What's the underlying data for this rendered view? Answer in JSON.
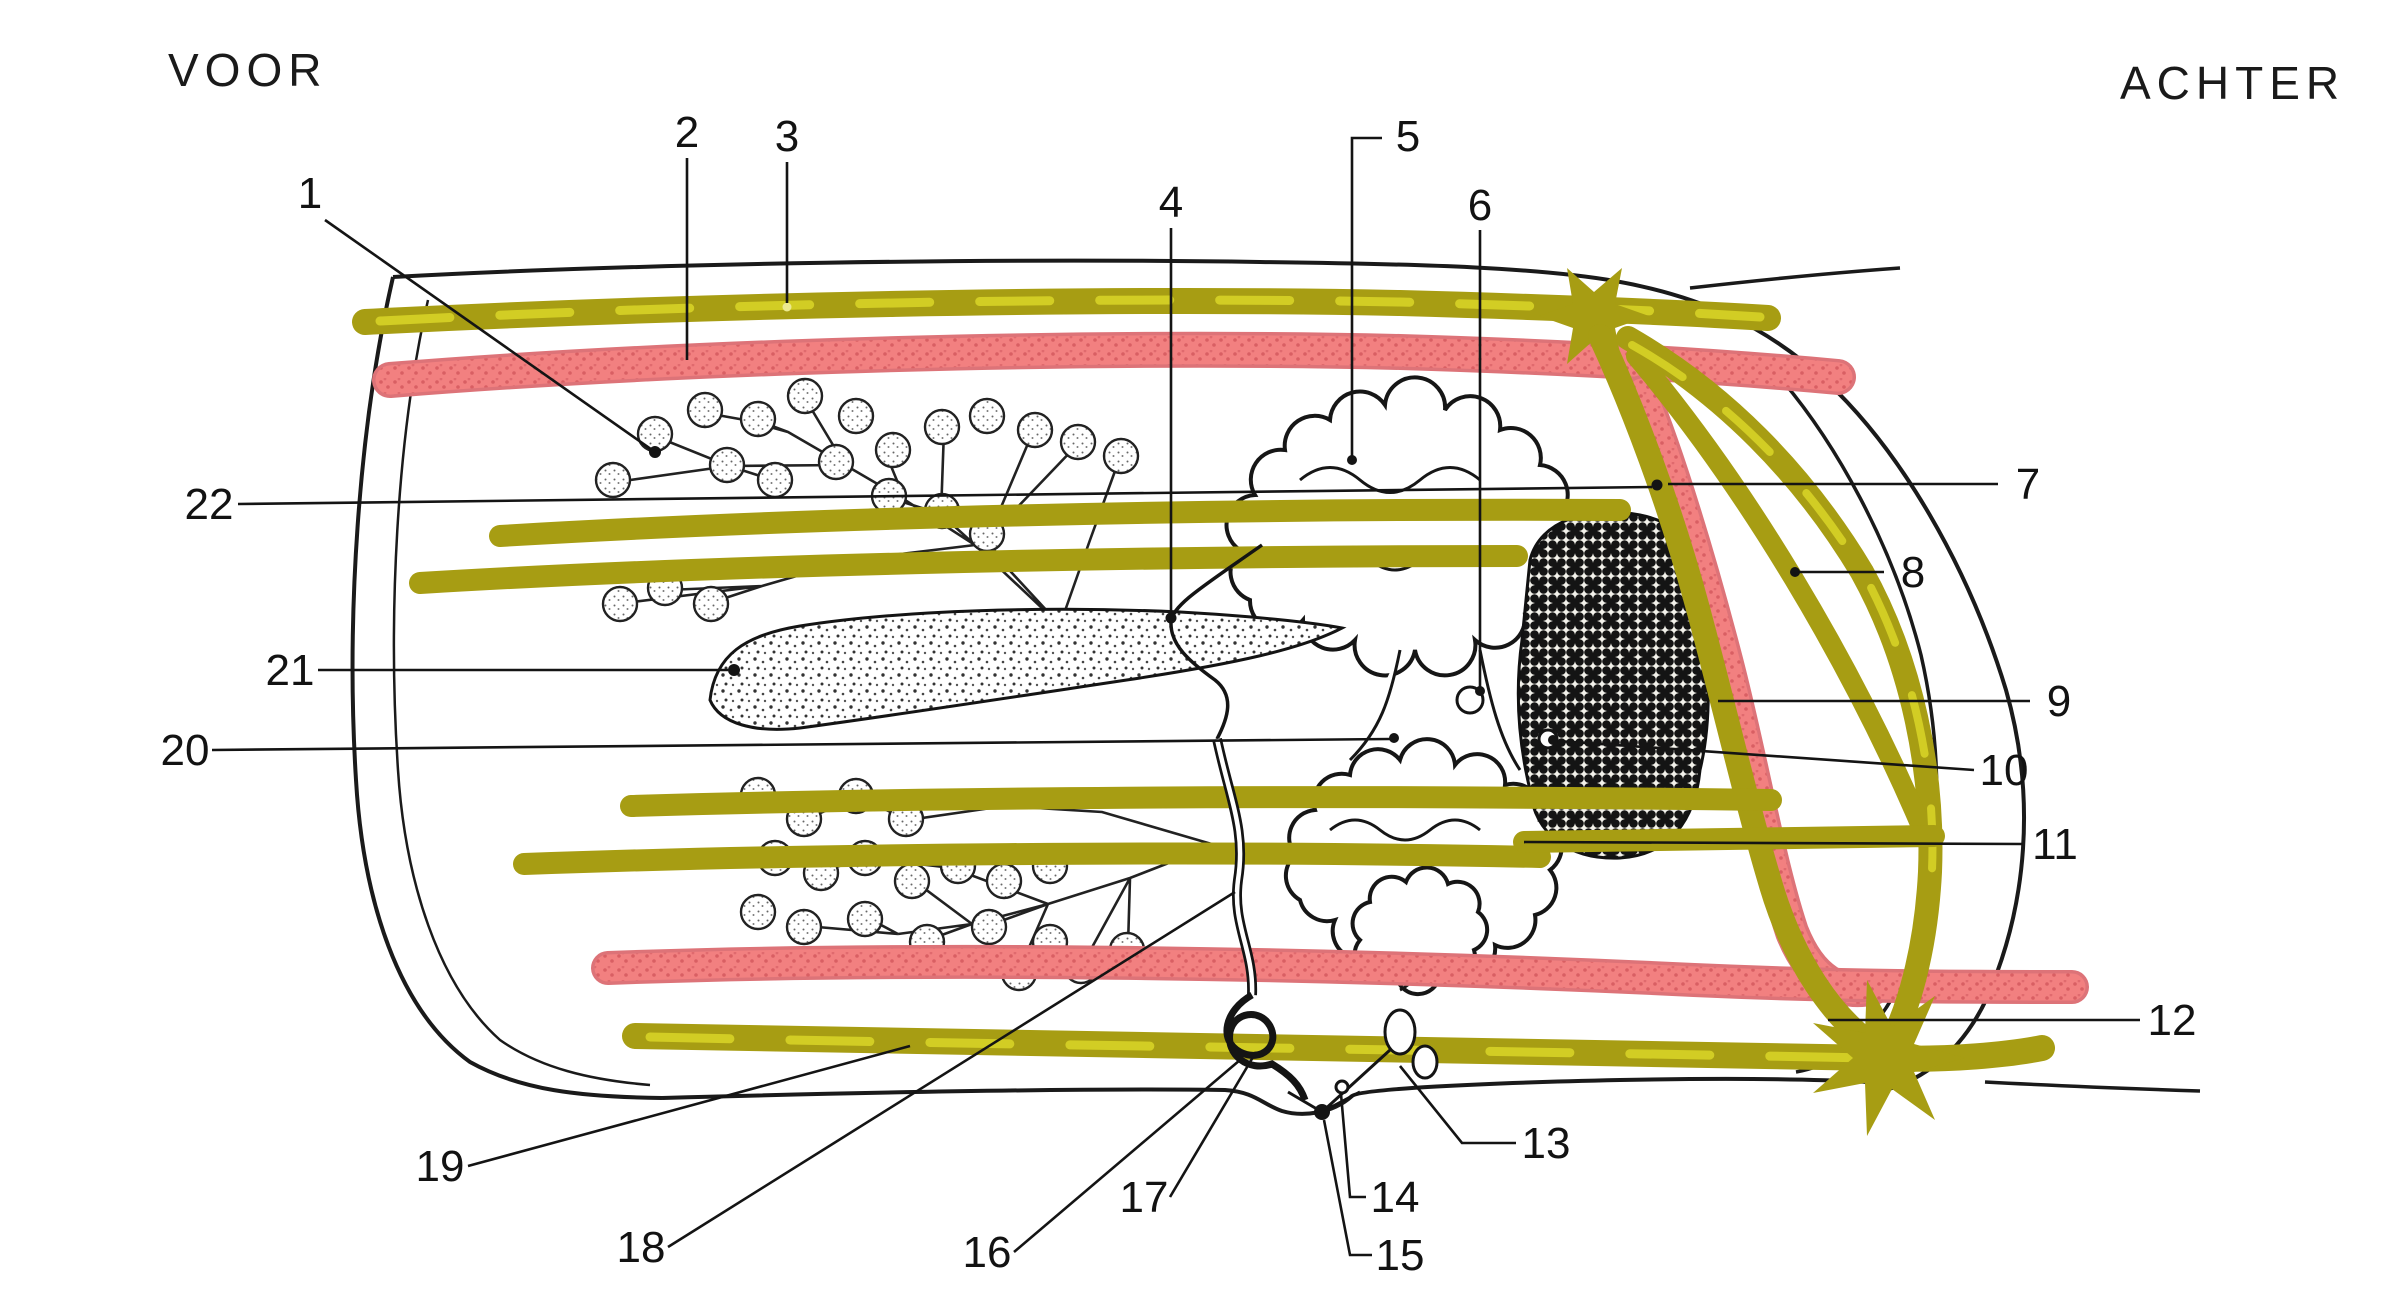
{
  "orientation": {
    "front": "VOOR",
    "back": "ACHTER"
  },
  "colors": {
    "vessel_red": "#f28080",
    "vessel_red_edge": "#dd7378",
    "nerve_olive": "#a79d13",
    "nerve_highlight": "#d2cd24",
    "ink": "#141414",
    "paper": "#ffffff"
  },
  "labels": [
    {
      "n": "1"
    },
    {
      "n": "2"
    },
    {
      "n": "3"
    },
    {
      "n": "4"
    },
    {
      "n": "5"
    },
    {
      "n": "6"
    },
    {
      "n": "7"
    },
    {
      "n": "8"
    },
    {
      "n": "9"
    },
    {
      "n": "10"
    },
    {
      "n": "11"
    },
    {
      "n": "12"
    },
    {
      "n": "13"
    },
    {
      "n": "14"
    },
    {
      "n": "15"
    },
    {
      "n": "16"
    },
    {
      "n": "17"
    },
    {
      "n": "18"
    },
    {
      "n": "19"
    },
    {
      "n": "20"
    },
    {
      "n": "21"
    },
    {
      "n": "22"
    }
  ]
}
